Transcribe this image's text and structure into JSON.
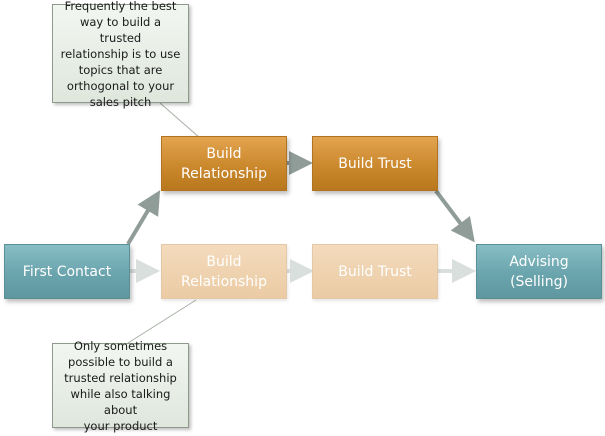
{
  "nodes": {
    "build_relationship_top": {
      "lines": [
        "Build",
        "Relationship"
      ]
    },
    "build_trust_top": {
      "label": "Build Trust"
    },
    "first_contact": {
      "label": "First Contact"
    },
    "build_relationship_bottom": {
      "lines": [
        "Build",
        "Relationship"
      ]
    },
    "build_trust_bottom": {
      "label": "Build Trust"
    },
    "advising": {
      "lines": [
        "Advising",
        "(Selling)"
      ]
    }
  },
  "callouts": {
    "top": {
      "lines": [
        "Frequently the best",
        "way to build a trusted",
        "relationship is to use",
        "topics that are",
        "orthogonal to your",
        "sales pitch"
      ]
    },
    "bottom": {
      "lines": [
        "Only sometimes",
        "possible to build a",
        "trusted relationship",
        "while also talking about",
        "your product"
      ]
    }
  },
  "colors": {
    "orange": "#c9862a",
    "faded_orange": "#ebcba4",
    "teal": "#6aa4ad",
    "arrow_dark": "#909c97",
    "arrow_light": "#d9dfdd"
  }
}
